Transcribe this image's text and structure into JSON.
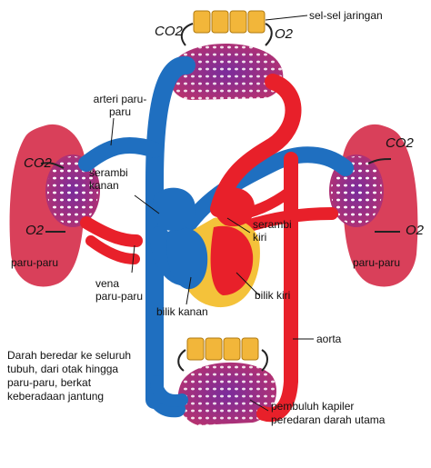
{
  "labels": {
    "tissue_cells": "sel-sel jaringan",
    "pulmonary_artery": "arteri paru-paru",
    "right_atrium": "serambi kanan",
    "left_atrium": "serambi kiri",
    "lungs_left": "paru-paru",
    "lungs_right": "paru-paru",
    "pulmonary_vein": "vena paru-paru",
    "right_ventricle": "bilik kanan",
    "left_ventricle": "bilik kiri",
    "aorta": "aorta",
    "capillary": "pembuluh kapiler",
    "main_circulation": "peredaran darah utama"
  },
  "gases": {
    "co2_top": "CO2",
    "o2_top": "O2",
    "co2_left": "CO2",
    "o2_left": "O2",
    "co2_right": "CO2",
    "o2_right": "O2"
  },
  "caption": "Darah beredar ke seluruh tubuh, dari otak hingga paru-paru, berkat keberadaan jantung",
  "colors": {
    "oxygenated": "#e8202a",
    "deoxygenated": "#1f6fc0",
    "capillary_mix": "#8b2f9a",
    "lung": "#d9405a",
    "heart_fat": "#f4c23a",
    "cells": "#f2b63a"
  }
}
